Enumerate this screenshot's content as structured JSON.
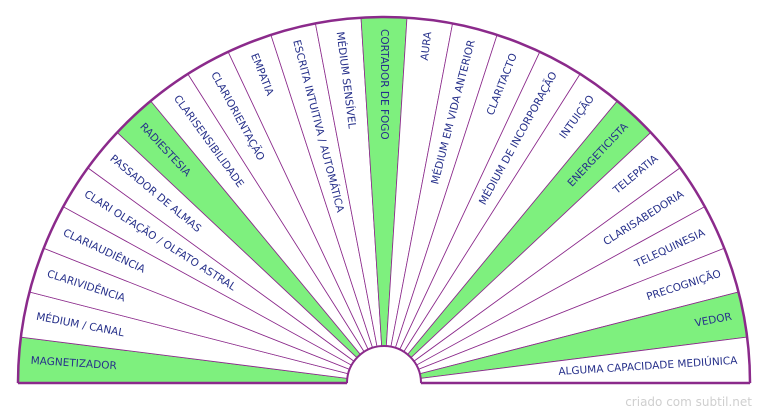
{
  "chart_data": {
    "type": "pie",
    "segments": [
      {
        "label": "MAGNETIZADOR",
        "highlight": true
      },
      {
        "label": "MÉDIUM / CANAL",
        "highlight": false
      },
      {
        "label": "CLARIVIDÊNCIA",
        "highlight": false
      },
      {
        "label": "CLARIAUDIÊNCIA",
        "highlight": false
      },
      {
        "label": "CLARI OLFAÇÃO / OLFATO ASTRAL",
        "highlight": false
      },
      {
        "label": "PASSADOR DE ALMAS",
        "highlight": false
      },
      {
        "label": "RADIESTESIA",
        "highlight": true
      },
      {
        "label": "CLARISENSIBILIDADE",
        "highlight": false
      },
      {
        "label": "CLARIORIENTAÇÃO",
        "highlight": false
      },
      {
        "label": "EMPATIA",
        "highlight": false
      },
      {
        "label": "ESCRITA INTUITIVA / AUTOMÁTICA",
        "highlight": false
      },
      {
        "label": "MÉDIUM SENSÍVEL",
        "highlight": false
      },
      {
        "label": "CORTADOR DE FOGO",
        "highlight": true
      },
      {
        "label": "AURA",
        "highlight": false
      },
      {
        "label": "MÉDIUM EM VIDA ANTERIOR",
        "highlight": false
      },
      {
        "label": "CLARITACTO",
        "highlight": false
      },
      {
        "label": "MÉDIUM DE INCORPORAÇÃO",
        "highlight": false
      },
      {
        "label": "INTUIÇÃO",
        "highlight": false
      },
      {
        "label": "ENERGETICISTA",
        "highlight": true
      },
      {
        "label": "TELEPATIA",
        "highlight": false
      },
      {
        "label": "CLARISABEDORIA",
        "highlight": false
      },
      {
        "label": "TELEQUINESIA",
        "highlight": false
      },
      {
        "label": "PRECOGNIÇÃO",
        "highlight": false
      },
      {
        "label": "VEDOR",
        "highlight": true
      },
      {
        "label": "ALGUMA CAPACIDADE MEDIÚNICA",
        "highlight": false
      }
    ]
  },
  "colors": {
    "highlight": "#7ef07e",
    "line": "#8b2a8b",
    "text": "#26308a",
    "background": "#ffffff"
  },
  "credit": "criado com subtil.net"
}
